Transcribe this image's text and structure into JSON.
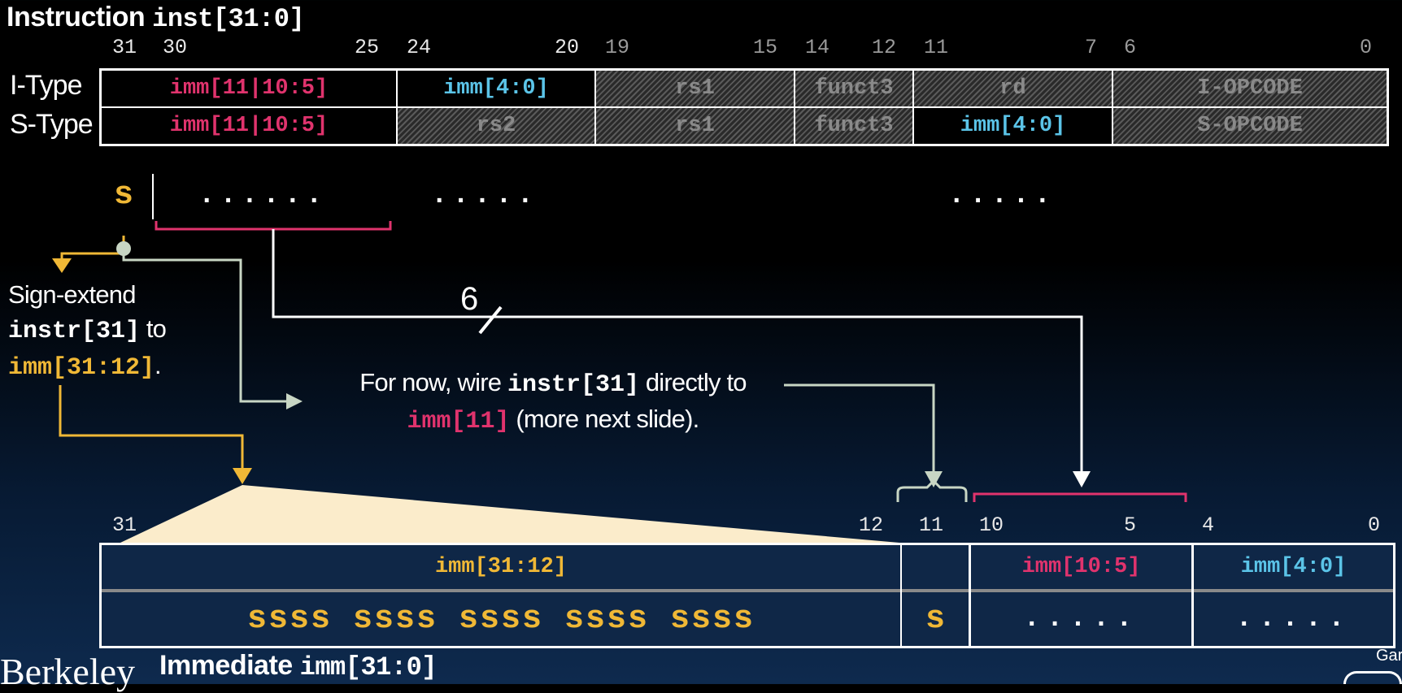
{
  "header": {
    "title_prefix": "Instruction",
    "title_code": "inst[31:0]"
  },
  "top_bits": {
    "b31": "31",
    "b30": "30",
    "b25": "25",
    "b24": "24",
    "b20": "20",
    "b19": "19",
    "b15": "15",
    "b14": "14",
    "b12": "12",
    "b11": "11",
    "b7": "7",
    "b6": "6",
    "b0": "0"
  },
  "rows": {
    "i_type": {
      "label": "I-Type",
      "imm_hi": "imm[11|10:5]",
      "imm_lo": "imm[4:0]",
      "rs1": "rs1",
      "funct3": "funct3",
      "rd": "rd",
      "opcode": "I-OPCODE"
    },
    "s_type": {
      "label": "S-Type",
      "imm_hi": "imm[11|10:5]",
      "rs2": "rs2",
      "rs1": "rs1",
      "funct3": "funct3",
      "imm_lo": "imm[4:0]",
      "opcode": "S-OPCODE"
    }
  },
  "wires": {
    "s_label": "s",
    "dots6": "......",
    "dots5a": ".....",
    "dots5b": ".....",
    "bus_width": "6"
  },
  "sign_extend_note": {
    "l1": "Sign-extend",
    "l2_code": "instr[31]",
    "l2_text": " to",
    "l3_code": "imm[31:12]",
    "l3_text": "."
  },
  "wire_note": {
    "l1_text": "For now, wire ",
    "l1_code": "instr[31]",
    "l1_text2": " directly to",
    "l2_code": "imm[11]",
    "l2_text": " (more next slide)."
  },
  "imm_bits": {
    "b31": "31",
    "b12": "12",
    "b11": "11",
    "b10": "10",
    "b5": "5",
    "b4": "4",
    "b0": "0"
  },
  "imm_table": {
    "hi_label": "imm[31:12]",
    "mid_label": "",
    "imm10_5": "imm[10:5]",
    "imm4_0": "imm[4:0]",
    "hi_value": "ssss ssss ssss ssss ssss",
    "mid_value": "s",
    "v10_5": ".....",
    "v4_0": "....."
  },
  "footer": {
    "logo": "Berkeley",
    "title_prefix": "Immediate",
    "title_code": "imm[31:0]",
    "corner": "Gar"
  },
  "colors": {
    "pink": "#e0336d",
    "blue": "#5bc4e8",
    "gold": "#f0b836",
    "pale_green": "#c8d6c4",
    "cream": "#fbeccb"
  }
}
